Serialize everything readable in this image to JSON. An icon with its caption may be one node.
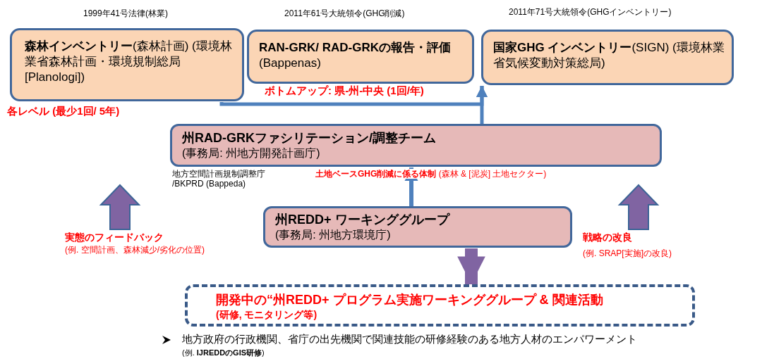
{
  "diagram": {
    "nodes": [
      {
        "text": [
          "**森林インベントリー**(森林計画) (環境林業省森林計画・環境規制総局[Planologi])"
        ],
        "beside": [
          "1999年41号法律(林業)",
          "各レベル (最少1回/ 5年)"
        ]
      },
      {
        "text": [
          "**RAN-GRK/ RAD-GRKの報告・評価** (Bappenas)"
        ],
        "beside": [
          "2011年61号大統領令(GHG削減)"
        ]
      },
      {
        "text": [
          "**国家GHG インベントリー**(SIGN) (環境林業省気候変動対策総局)"
        ],
        "beside": [
          "2011年71号大統領令(GHGインベントリー)"
        ]
      },
      {
        "text": [
          "州RAD-GRKファシリテーション/調整チーム",
          "(事務局: 州地方開発計画庁)"
        ],
        "beside": [
          "地方空間計画規制調整庁 /BKPRD (Bappeda)"
        ]
      },
      {
        "text": [
          "州REDD+ ワーキンググループ",
          "(事務局: 州地方環境庁)"
        ]
      },
      {
        "text": [
          "開発中の“州REDD+ プログラム実施ワーキンググループ & 関連活動",
          "(研修, モニタリング等)"
        ]
      }
    ],
    "edges": [
      {
        "from": 0,
        "to": 2,
        "arrow": "to",
        "label": "ボトムアップ: 県-州-中央 (1回/年)"
      },
      {
        "from": 3,
        "to": 2,
        "arrow": "to"
      },
      {
        "from": 4,
        "to": 3,
        "arrow": "to",
        "label": "**土地ベースGHG削減に係る体制** (森林 & [泥炭] 土地セクター)"
      },
      {
        "from": 4,
        "to": 5,
        "arrow": "to",
        "style": "thick",
        "color": "#8064a2"
      }
    ],
    "labels": [
      "実態のフィードバック",
      "(例. 空間計画、森林減少/劣化の位置)",
      "戦略の改良",
      "(例. SRAP[実施]の改良)",
      "地方政府の行政機関、省庁の出先機関で関連技能の研修経験のある地方人材のエンパワーメント",
      "(例. **IJREDDのGIS研修**)"
    ]
  }
}
